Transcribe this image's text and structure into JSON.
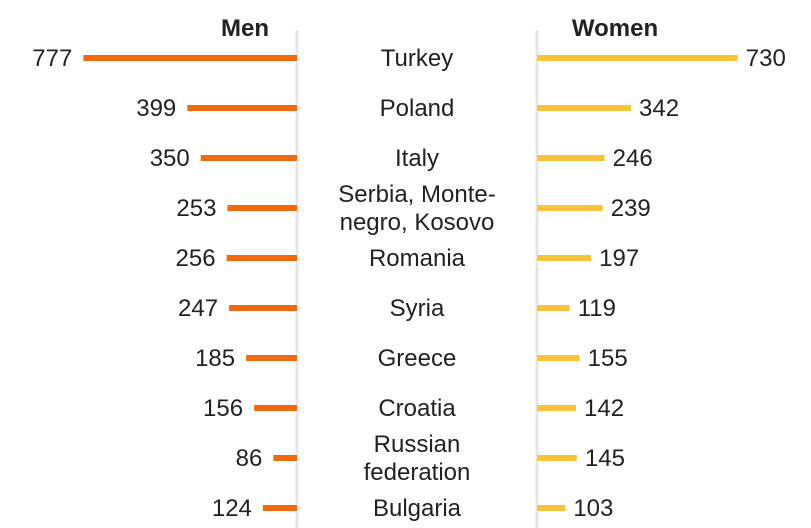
{
  "chart_data": {
    "type": "bar",
    "orientation": "horizontal-butterfly",
    "title": "",
    "colors": {
      "men": "#f26a10",
      "women": "#fcc33a",
      "axis": "#e6e6e6"
    },
    "categories": [
      [
        "Turkey"
      ],
      [
        "Poland"
      ],
      [
        "Italy"
      ],
      [
        "Serbia, Monte-",
        "negro, Kosovo"
      ],
      [
        "Romania"
      ],
      [
        "Syria"
      ],
      [
        "Greece"
      ],
      [
        "Croatia"
      ],
      [
        "Russian",
        "federation"
      ],
      [
        "Bulgaria"
      ]
    ],
    "series": [
      {
        "name": "Men",
        "values": [
          777,
          399,
          350,
          253,
          256,
          247,
          185,
          156,
          86,
          124
        ]
      },
      {
        "name": "Women",
        "values": [
          730,
          342,
          246,
          239,
          197,
          119,
          155,
          142,
          145,
          103
        ]
      }
    ],
    "xlim": [
      0,
      800
    ]
  }
}
